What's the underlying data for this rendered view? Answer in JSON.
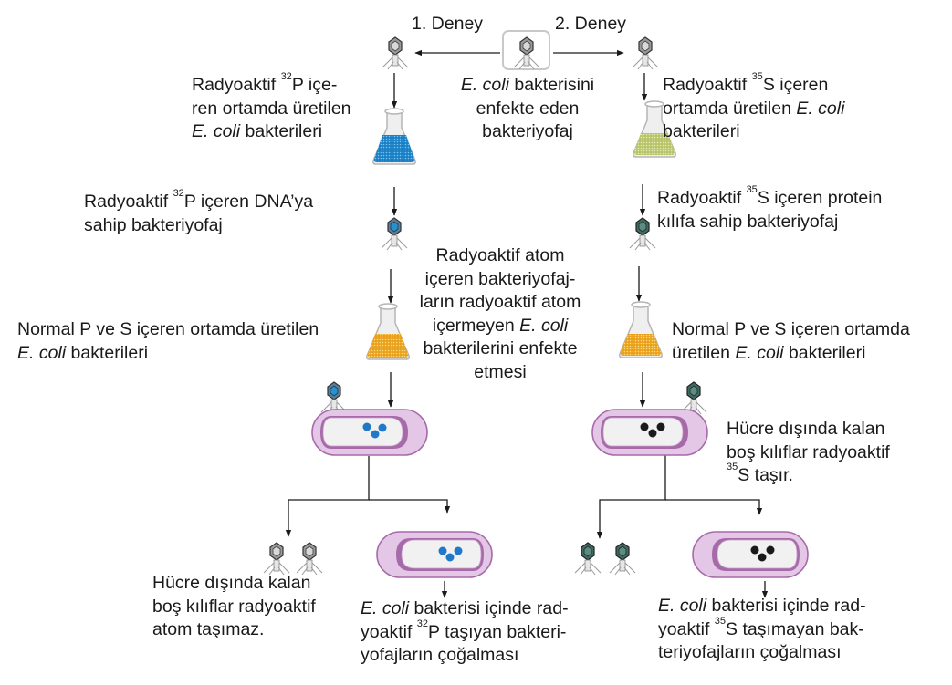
{
  "experiments": {
    "exp1_label": "1. Deney",
    "exp2_label": "2. Deney"
  },
  "center": {
    "phage_caption": [
      "E. coli",
      " bakterisini",
      "enfekte eden",
      "bakteriyofaj"
    ],
    "infection_caption": [
      "Radyoaktif atom",
      "içeren bakteriyofaj-",
      "ların radyoaktif atom",
      "içermeyen ",
      "E. coli",
      "bakterilerini enfekte",
      "etmesi"
    ]
  },
  "left": {
    "step1": {
      "pre": "Radyoaktif ",
      "isotope_sup": "32",
      "isotope_el": "P",
      "l1_post": " içe-",
      "l2": "ren ortamda üretilen",
      "l3_it": "E. coli",
      "l3_post": " bakterileri"
    },
    "step2": {
      "pre": "Radyoaktif ",
      "isotope_sup": "32",
      "isotope_el": "P",
      "l1_post": " içeren DNA’ya",
      "l2": "sahip bakteriyofaj"
    },
    "step3": {
      "l1": "Normal P ve S içeren ortamda üretilen",
      "l2_it": "E. coli",
      "l2_post": " bakterileri"
    },
    "result_outside": {
      "l1": "Hücre dışında kalan",
      "l2": "boş kılıflar radyoaktif",
      "l3": "atom taşımaz."
    },
    "result_inside": {
      "l1_it": "E. coli",
      "l1_post": " bakterisi içinde rad-",
      "l2_pre": "yoaktif ",
      "isotope_sup": "32",
      "isotope_el": "P",
      "l2_post": " taşıyan bakteri-",
      "l3": "yofajların çoğalması"
    },
    "dna_dot_color": "#1f78c8",
    "flask1_color": "#2a8fd0"
  },
  "right": {
    "step1": {
      "pre": "Radyoaktif ",
      "isotope_sup": "35",
      "isotope_el": "S",
      "l1_post": " içeren",
      "l2_pre": "ortamda üretilen ",
      "l2_it": "E. coli",
      "l3": "bakterileri"
    },
    "step2": {
      "pre": "Radyoaktif ",
      "isotope_sup": "35",
      "isotope_el": "S",
      "l1_post": " içeren protein",
      "l2": "kılıfa sahip bakteriyofaj"
    },
    "step3": {
      "l1": "Normal P ve S içeren ortamda",
      "l2_pre": "üretilen ",
      "l2_it": "E. coli",
      "l2_post": " bakterileri"
    },
    "note_outside": {
      "l1": "Hücre dışında kalan",
      "l2": "boş kılıflar radyoaktif",
      "isotope_sup": "35",
      "l3_post": "S taşır."
    },
    "result_inside": {
      "l1_it": "E. coli",
      "l1_post": " bakterisi içinde rad-",
      "l2_pre": "yoaktif ",
      "isotope_sup": "35",
      "isotope_el": "S",
      "l2_post": " taşımayan bak-",
      "l3": "teriyofajların çoğalması"
    },
    "dna_dot_color": "#1a1a1a",
    "flask1_color": "#c8d27a"
  },
  "colors": {
    "cell_outer": "#e4c6e6",
    "cell_border": "#a66aa8",
    "flask_orange": "#f0b428",
    "line": "#1a1a1a"
  }
}
